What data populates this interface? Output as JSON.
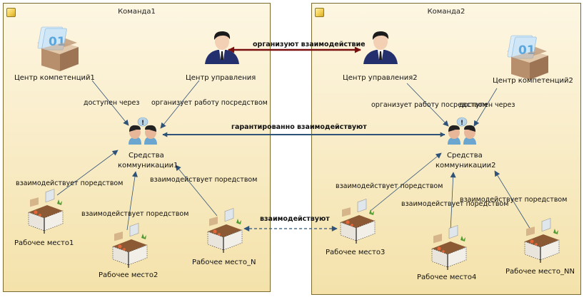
{
  "teams": [
    {
      "id": "team1",
      "title": "Команда1"
    },
    {
      "id": "team2",
      "title": "Команда2"
    }
  ],
  "nodes": {
    "comp1": {
      "label": "Центр компетенций1",
      "icon": "software-box-icon"
    },
    "mgmt1": {
      "label": "Центр управления",
      "icon": "businessman-icon"
    },
    "comm1": {
      "label_line1": "Средства",
      "label_line2": "коммуникации1",
      "icon": "communication-people-icon"
    },
    "ws1": {
      "label": "Рабочее место1",
      "icon": "workstation-desk-icon"
    },
    "ws2": {
      "label": "Рабочее место2",
      "icon": "workstation-desk-icon"
    },
    "wsN": {
      "label": "Рабочее место_N",
      "icon": "workstation-desk-icon"
    },
    "mgmt2": {
      "label": "Центр управления2",
      "icon": "businessman-icon"
    },
    "comp2": {
      "label": "Центр компетенций2",
      "icon": "software-box-icon"
    },
    "comm2": {
      "label_line1": "Средства",
      "label_line2": "коммуникации2",
      "icon": "communication-people-icon"
    },
    "ws3": {
      "label": "Рабочее место3",
      "icon": "workstation-desk-icon"
    },
    "ws4": {
      "label": "Рабочее место4",
      "icon": "workstation-desk-icon"
    },
    "wsNN": {
      "label": "Рабочее место_NN",
      "icon": "workstation-desk-icon"
    }
  },
  "edges": {
    "mgmt_mgmt": "организуют взаимодействие",
    "comm_comm": "гарантированно взаимодействуют",
    "wsN_ws3": "взаимодействуют",
    "comp1_comm1": "доступен через",
    "mgmt1_comm1": "организует работу посредством",
    "ws1_comm1": "взаимодействует поредством",
    "ws2_comm1": "взаимодействует поредством",
    "wsN_comm1": "взаимодействует поредством",
    "mgmt2_comm2": "организует работу посредством",
    "comp2_comm2": "доступен через",
    "ws3_comm2": "взаимодействует поредством",
    "ws4_comm2": "взаимодействует поредством",
    "wsNN_comm2": "взаимодействует поредством"
  },
  "colors": {
    "link_blue": "#2f5378",
    "link_dark_red": "#7a0f0f",
    "frame_border": "#7a6a2e"
  }
}
